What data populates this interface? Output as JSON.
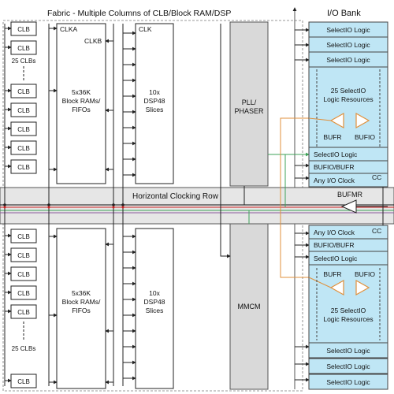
{
  "header": {
    "fabric_title": "Fabric - Multiple Columns of CLB/Block RAM/DSP",
    "io_bank_title": "I/O Bank"
  },
  "clb": {
    "label": "CLB",
    "count_label": "25 CLBs"
  },
  "bram": {
    "clka": "CLKA",
    "clkb": "CLKB",
    "lines": [
      "5x36K",
      "Block RAMs/",
      "FIFOs"
    ]
  },
  "dsp": {
    "clk": "CLK",
    "lines": [
      "10x",
      "DSP48",
      "Slices"
    ]
  },
  "pll": {
    "lines": [
      "PLL/",
      "PHASER"
    ]
  },
  "mmcm": {
    "label": "MMCM"
  },
  "clocking_row": {
    "label": "Horizontal Clocking Row"
  },
  "bufmr": {
    "label": "BUFMR"
  },
  "io_bank": {
    "selectio_logic": "SelectIO Logic",
    "resources_lines": [
      "25 SelectIO",
      "Logic Resources"
    ],
    "bufr": "BUFR",
    "bufio": "BUFIO",
    "bufio_bufr": "BUFIO/BUFR",
    "any_io_clock": "Any I/O Clock",
    "cc": "CC"
  },
  "colors": {
    "io_fill": "#bfe6f5",
    "block_fill": "#d9d9d9",
    "row_fill": "#e6e6e6",
    "green": "#3fa35a",
    "orange": "#e0903c",
    "red": "#cc2222",
    "purple": "#8a5a9c"
  }
}
